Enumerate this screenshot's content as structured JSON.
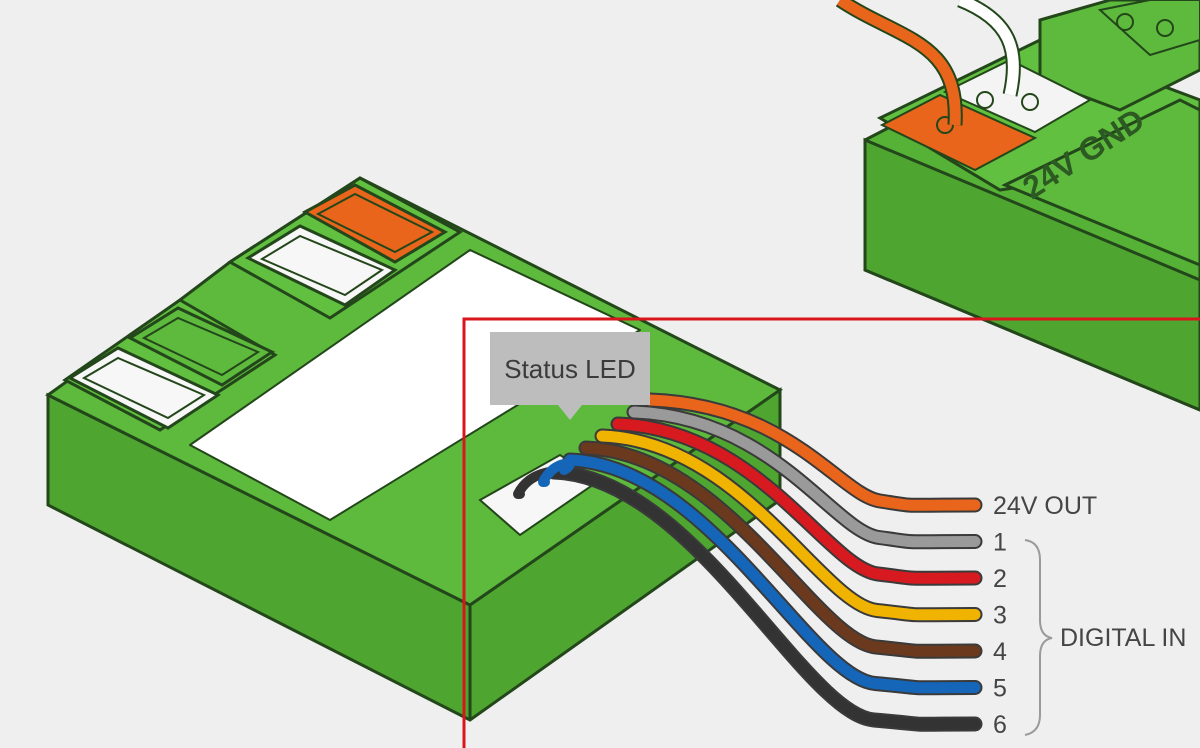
{
  "callout": {
    "text": "Status LED"
  },
  "module_label": "24V GND",
  "group_label": "DIGITAL IN",
  "colors": {
    "module_green": "#5dba3d",
    "module_dark": "#2e6b22",
    "highlight_frame": "#d9161c",
    "callout_bg": "#bdbdbd"
  },
  "wires": [
    {
      "label": "24V OUT",
      "color": "#e8651b"
    },
    {
      "label": "1",
      "color": "#9a9a9a"
    },
    {
      "label": "2",
      "color": "#d71a1f"
    },
    {
      "label": "3",
      "color": "#f0b400"
    },
    {
      "label": "4",
      "color": "#6b3a1e"
    },
    {
      "label": "5",
      "color": "#1565b8"
    },
    {
      "label": "6",
      "color": "#333333"
    }
  ]
}
